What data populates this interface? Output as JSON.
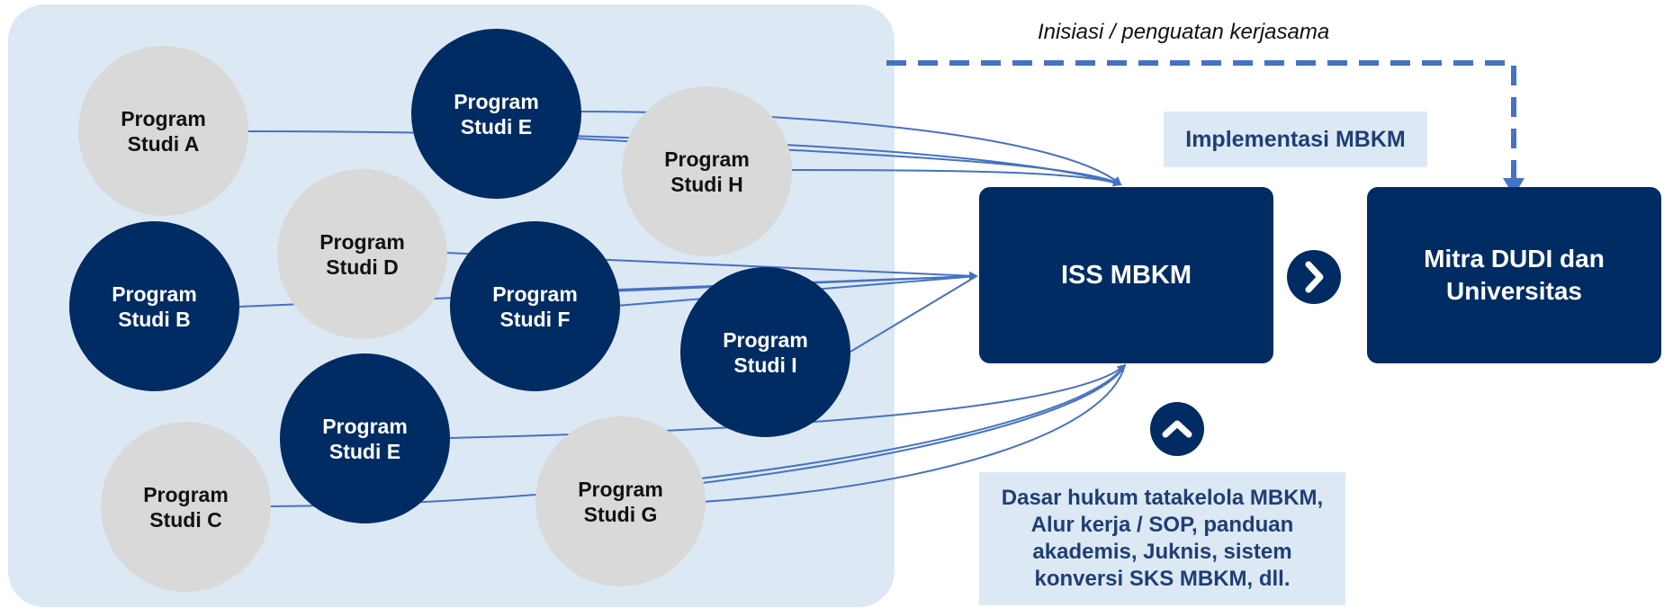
{
  "caption": "Inisiasi / penguatan kerjasama",
  "implementation_label": "Implementasi MBKM",
  "center_box": "ISS MBKM",
  "partner_box": {
    "line1": "Mitra DUDI dan",
    "line2": "Universitas"
  },
  "basis_note": {
    "line1": "Dasar hukum tatakelola MBKM,",
    "line2": "Alur kerja / SOP, panduan",
    "line3": "akademis, Juknis, sistem",
    "line4": "konversi SKS MBKM, dll."
  },
  "programs": [
    {
      "line1": "Program",
      "line2": "Studi A",
      "style": "grey"
    },
    {
      "line1": "Program",
      "line2": "Studi E",
      "style": "navy"
    },
    {
      "line1": "Program",
      "line2": "Studi H",
      "style": "grey"
    },
    {
      "line1": "Program",
      "line2": "Studi D",
      "style": "grey"
    },
    {
      "line1": "Program",
      "line2": "Studi B",
      "style": "navy"
    },
    {
      "line1": "Program",
      "line2": "Studi F",
      "style": "navy"
    },
    {
      "line1": "Program",
      "line2": "Studi I",
      "style": "navy"
    },
    {
      "line1": "Program",
      "line2": "Studi E",
      "style": "navy"
    },
    {
      "line1": "Program",
      "line2": "Studi C",
      "style": "grey"
    },
    {
      "line1": "Program",
      "line2": "Studi G",
      "style": "grey"
    }
  ],
  "colors": {
    "navy": "#002c63",
    "grey": "#d9d9d9",
    "panel": "#dde8f5",
    "connector": "#4472c4"
  },
  "icons": {
    "next": "chevron-right-icon",
    "up": "chevron-up-icon"
  }
}
